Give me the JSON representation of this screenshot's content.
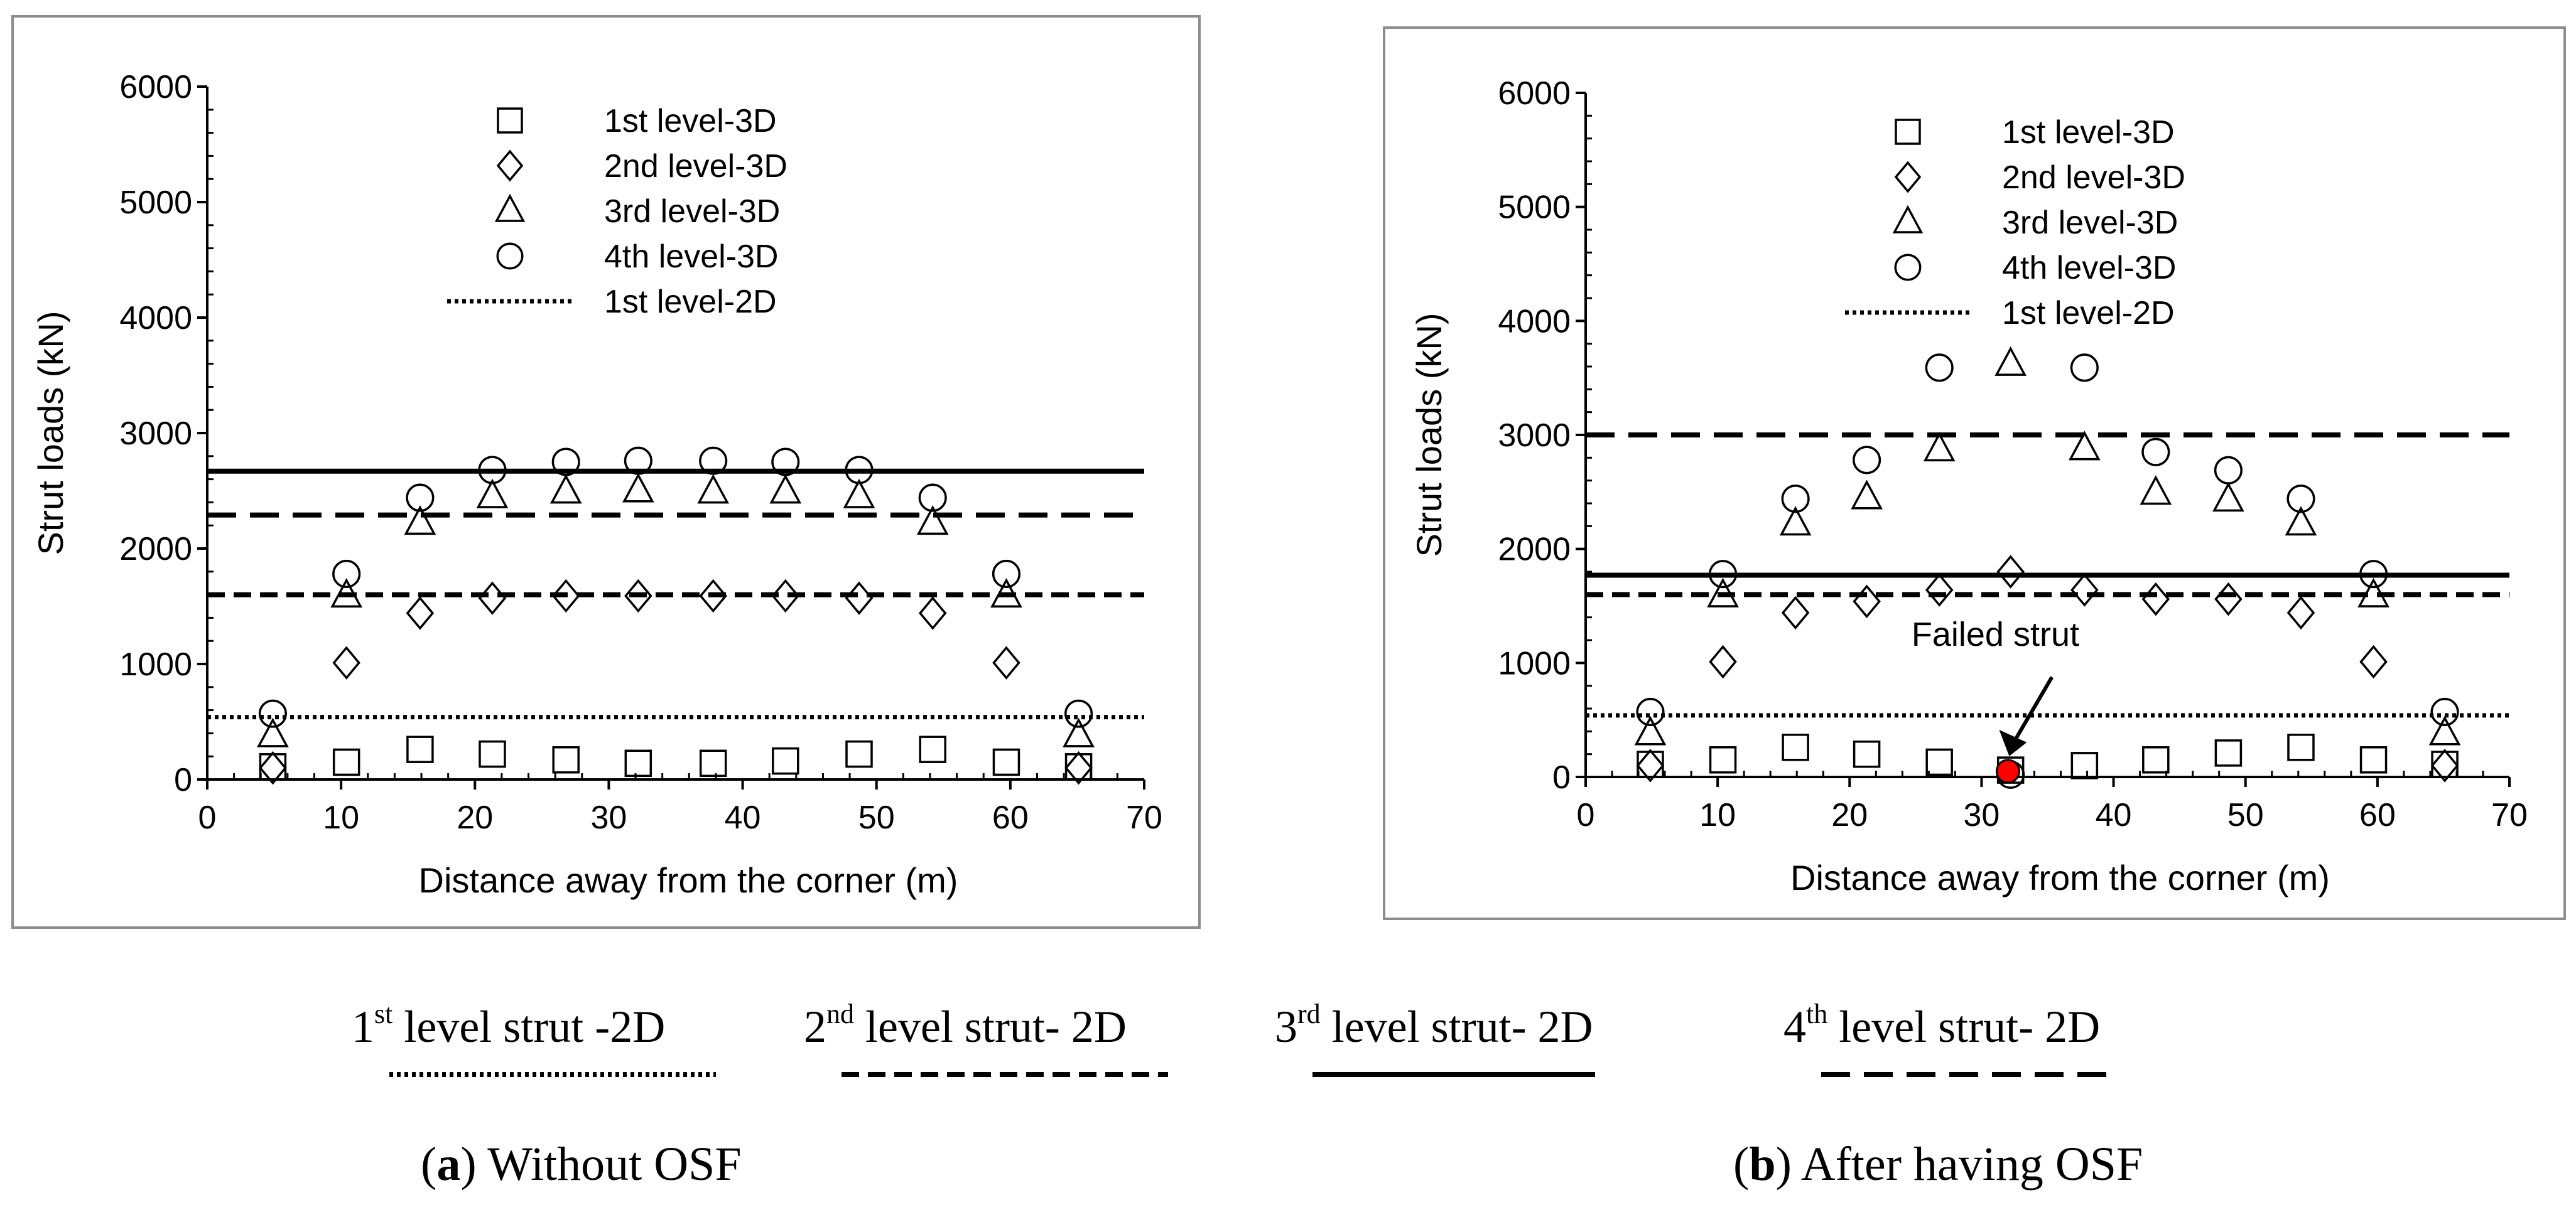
{
  "chart_data": [
    {
      "type": "scatter",
      "caption_letter": "a",
      "caption_text": "Without OSF",
      "xlabel": "Distance away from the corner (m)",
      "ylabel": "Strut loads (kN)",
      "xlim": [
        0,
        70
      ],
      "ylim": [
        0,
        6000
      ],
      "xticks": [
        "0",
        "10",
        "20",
        "30",
        "40",
        "50",
        "60",
        "70"
      ],
      "yticks": [
        "0",
        "1000",
        "2000",
        "3000",
        "4000",
        "5000",
        "6000"
      ],
      "legend_position": "top-center",
      "legend": [
        {
          "label": "1st level-3D",
          "marker": "square"
        },
        {
          "label": "2nd level-3D",
          "marker": "diamond"
        },
        {
          "label": "3rd level-3D",
          "marker": "triangle"
        },
        {
          "label": "4th level-3D",
          "marker": "circle"
        },
        {
          "label": "1st level-2D",
          "line": "dotted"
        }
      ],
      "x": [
        4.9,
        10.4,
        15.9,
        21.3,
        26.8,
        32.2,
        37.8,
        43.2,
        48.7,
        54.2,
        59.7,
        65.1
      ],
      "series": [
        {
          "name": "1st level-3D",
          "marker": "square",
          "values": [
            110,
            150,
            260,
            220,
            170,
            140,
            140,
            160,
            220,
            260,
            150,
            110
          ]
        },
        {
          "name": "2nd level-3D",
          "marker": "diamond",
          "values": [
            100,
            1010,
            1440,
            1570,
            1590,
            1590,
            1590,
            1590,
            1570,
            1440,
            1010,
            100
          ]
        },
        {
          "name": "3rd level-3D",
          "marker": "triangle",
          "values": [
            380,
            1590,
            2220,
            2450,
            2490,
            2500,
            2490,
            2490,
            2450,
            2220,
            1590,
            380
          ]
        },
        {
          "name": "4th level-3D",
          "marker": "circle",
          "values": [
            570,
            1780,
            2440,
            2680,
            2750,
            2760,
            2760,
            2750,
            2680,
            2440,
            1780,
            570
          ]
        }
      ],
      "reference_lines": [
        {
          "name": "1st level strut -2D",
          "style": "dotted",
          "value": 540
        },
        {
          "name": "2nd level strut- 2D",
          "style": "short-dash",
          "value": 1600
        },
        {
          "name": "3rd level strut- 2D",
          "style": "solid",
          "value": 2670
        },
        {
          "name": "4th level strut- 2D",
          "style": "long-dash",
          "value": 2290
        }
      ]
    },
    {
      "type": "scatter",
      "caption_letter": "b",
      "caption_text": "After having OSF",
      "xlabel": "Distance away from the corner (m)",
      "ylabel": "Strut loads (kN)",
      "xlim": [
        0,
        70
      ],
      "ylim": [
        0,
        6000
      ],
      "xticks": [
        "0",
        "10",
        "20",
        "30",
        "40",
        "50",
        "60",
        "70"
      ],
      "yticks": [
        "0",
        "1000",
        "2000",
        "3000",
        "4000",
        "5000",
        "6000"
      ],
      "legend_position": "top-center",
      "legend": [
        {
          "label": "1st level-3D",
          "marker": "square"
        },
        {
          "label": "2nd level-3D",
          "marker": "diamond"
        },
        {
          "label": "3rd level-3D",
          "marker": "triangle"
        },
        {
          "label": "4th level-3D",
          "marker": "circle"
        },
        {
          "label": "1st level-2D",
          "line": "dotted"
        }
      ],
      "x": [
        4.9,
        10.4,
        15.9,
        21.3,
        26.8,
        32.2,
        37.8,
        43.2,
        48.7,
        54.2,
        59.7,
        65.1
      ],
      "series": [
        {
          "name": "1st level-3D",
          "marker": "square",
          "values": [
            110,
            150,
            260,
            200,
            130,
            60,
            100,
            150,
            210,
            260,
            150,
            110
          ]
        },
        {
          "name": "2nd level-3D",
          "marker": "diamond",
          "values": [
            100,
            1010,
            1440,
            1540,
            1640,
            1800,
            1640,
            1560,
            1560,
            1440,
            1010,
            100
          ]
        },
        {
          "name": "3rd level-3D",
          "marker": "triangle",
          "values": [
            380,
            1590,
            2220,
            2450,
            2870,
            3620,
            2880,
            2490,
            2430,
            2220,
            1590,
            380
          ]
        },
        {
          "name": "4th level-3D",
          "marker": "circle",
          "values": [
            570,
            1780,
            2440,
            2780,
            3590,
            20,
            3590,
            2850,
            2690,
            2440,
            1780,
            570
          ]
        }
      ],
      "reference_lines": [
        {
          "name": "1st level strut -2D",
          "style": "dotted",
          "value": 540
        },
        {
          "name": "2nd level strut- 2D",
          "style": "short-dash",
          "value": 1600
        },
        {
          "name": "3rd level strut- 2D",
          "style": "solid",
          "value": 1770
        },
        {
          "name": "4th level strut- 2D",
          "style": "long-dash",
          "value": 3000
        }
      ],
      "annotation": {
        "text": "Failed strut",
        "x": 32,
        "y": 50,
        "marker_color": "#ff0000"
      }
    }
  ],
  "shared_key": [
    {
      "ordinal": "1",
      "sup": "st",
      "text": " level strut -2D",
      "style": "dotted"
    },
    {
      "ordinal": "2",
      "sup": "nd",
      "text": " level strut- 2D",
      "style": "short-dash"
    },
    {
      "ordinal": "3",
      "sup": "rd",
      "text": " level strut- 2D",
      "style": "solid"
    },
    {
      "ordinal": "4",
      "sup": "th",
      "text": " level strut- 2D",
      "style": "long-dash"
    }
  ],
  "colors": {
    "ink": "#000000",
    "frame": "#8c8c8c",
    "failed": "#ff0000"
  }
}
